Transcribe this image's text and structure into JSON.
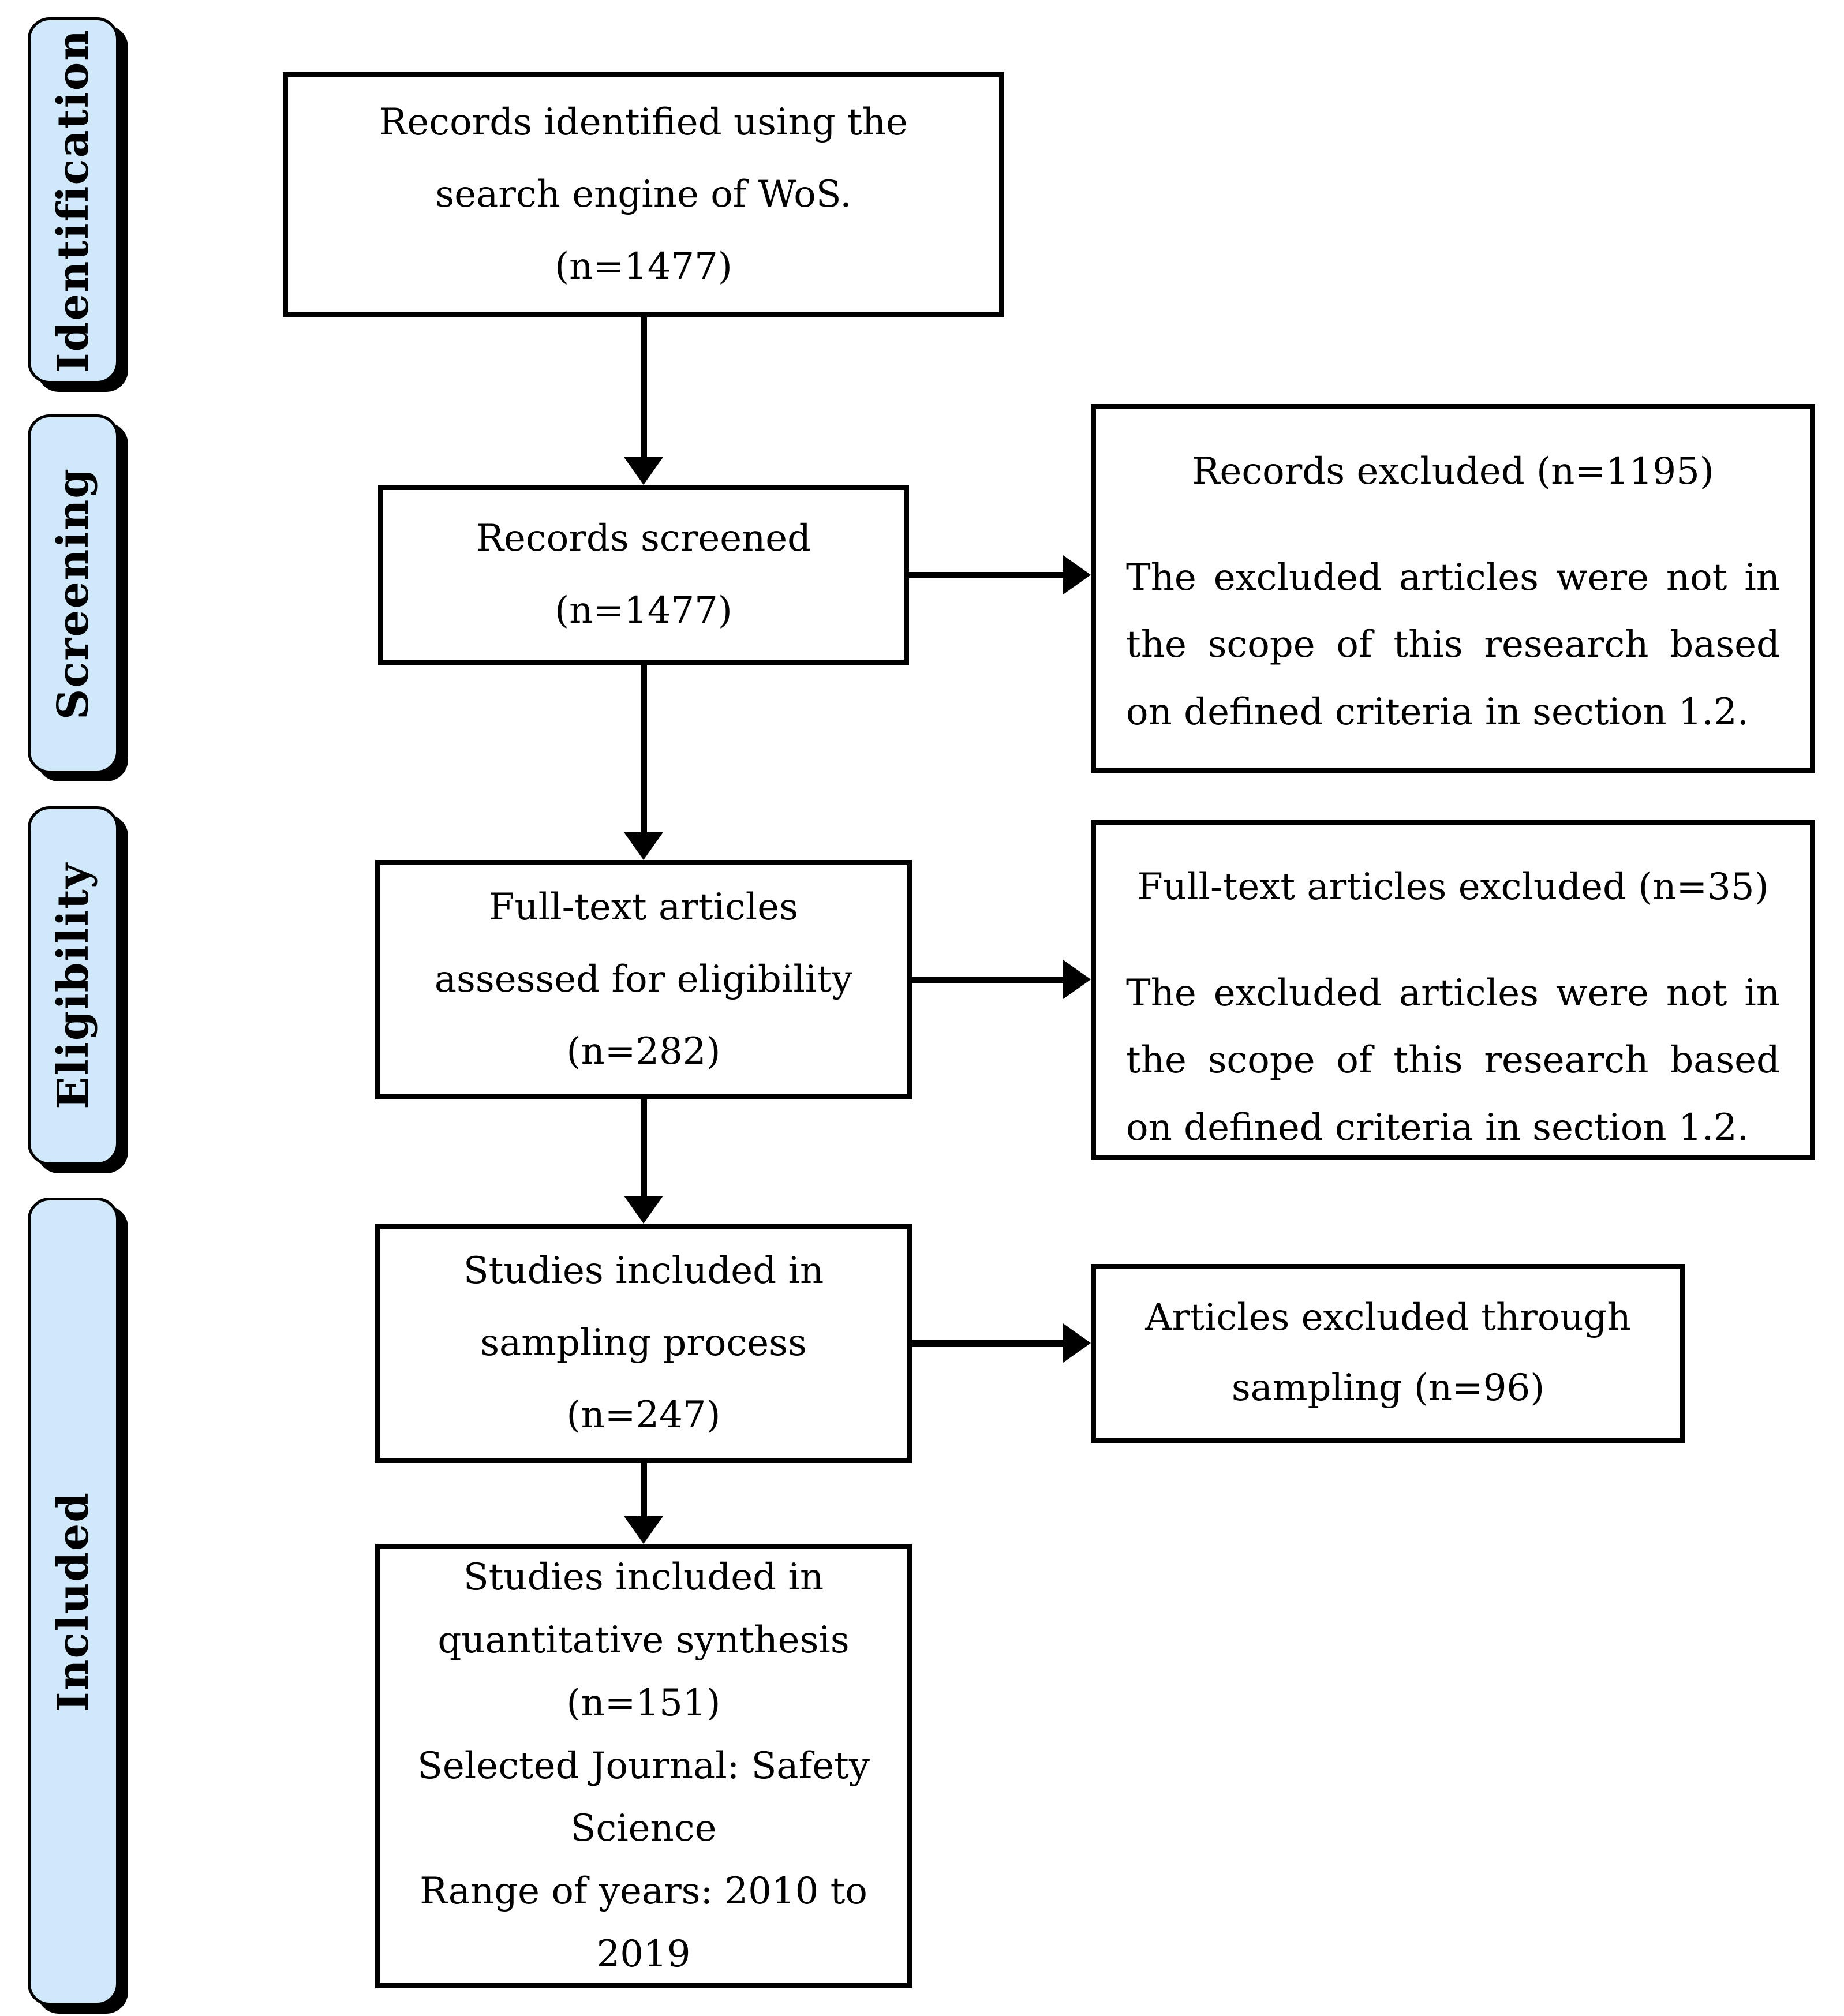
{
  "colors": {
    "stage_fill": "#cfe8fa",
    "line": "#000000",
    "box_fill": "#ffffff"
  },
  "stages": [
    {
      "label": "Identification"
    },
    {
      "label": "Screening"
    },
    {
      "label": "Eligibility"
    },
    {
      "label": "Included"
    }
  ],
  "flow": [
    {
      "text": "Records identified using the\nsearch engine of WoS.\n(n=1477)"
    },
    {
      "text": "Records screened\n(n=1477)"
    },
    {
      "text": "Full-text articles\nassessed for eligibility\n(n=282)"
    },
    {
      "text": "Studies included in\nsampling process\n(n=247)"
    },
    {
      "text": "Studies included in\nquantitative synthesis\n(n=151)\nSelected Journal: Safety\nScience\nRange of years: 2010 to\n2019"
    }
  ],
  "side": [
    {
      "title": "Records excluded (n=1195)",
      "body": "The excluded articles were not in the scope of this research based on defined criteria in section 1.2."
    },
    {
      "title": "Full-text articles excluded (n=35)",
      "body": "The excluded articles were not in the scope of this research based on defined criteria in section 1.2."
    },
    {
      "title": "Articles excluded through sampling (n=96)",
      "body": ""
    }
  ]
}
